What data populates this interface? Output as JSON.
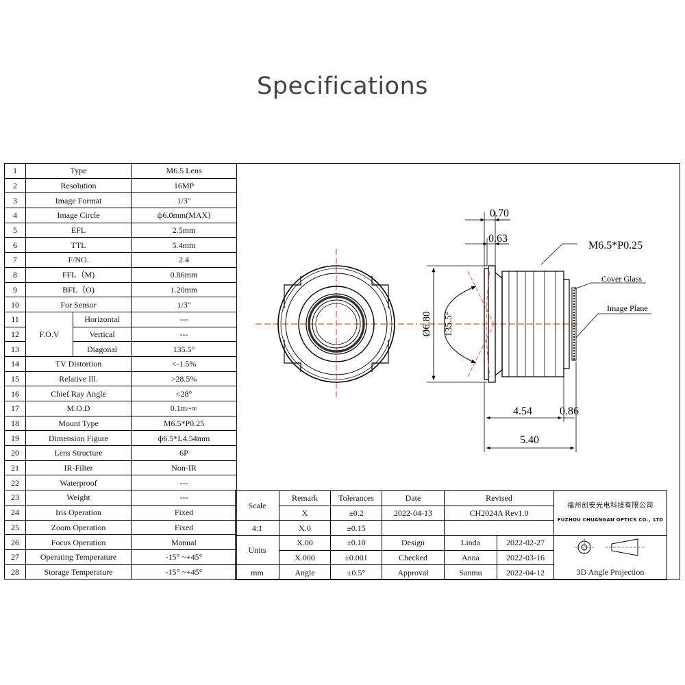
{
  "title": "Specifications",
  "specs": [
    {
      "no": "1",
      "param": "Type",
      "value": "M6.5 Lens"
    },
    {
      "no": "2",
      "param": "Resolution",
      "value": "16MP"
    },
    {
      "no": "3",
      "param": "Image Format",
      "value": "1/3\""
    },
    {
      "no": "4",
      "param": "Image Circle",
      "value": "ф6.0mm(MAX)"
    },
    {
      "no": "5",
      "param": "EFL",
      "value": "2.5mm"
    },
    {
      "no": "6",
      "param": "TTL",
      "value": "5.4mm"
    },
    {
      "no": "7",
      "param": "F/NO.",
      "value": "2.4"
    },
    {
      "no": "8",
      "param": "FFL（M)",
      "value": "0.86mm"
    },
    {
      "no": "9",
      "param": "BFL（O)",
      "value": "1.20mm"
    },
    {
      "no": "10",
      "param": "For Sensor",
      "value": "1/3\""
    },
    {
      "no": "11",
      "param": "Horizontal",
      "value": "---"
    },
    {
      "no": "12",
      "param": "Vertical",
      "value": "---"
    },
    {
      "no": "13",
      "param": "Diagonal",
      "value": "135.5°"
    },
    {
      "no": "14",
      "param": "TV Distortion",
      "value": "<-1.5%"
    },
    {
      "no": "15",
      "param": "Relative Ill.",
      "value": ">28.5%"
    },
    {
      "no": "16",
      "param": "Chief Ray Angle",
      "value": "<28°"
    },
    {
      "no": "17",
      "param": "M.O.D",
      "value": "0.1m~∞"
    },
    {
      "no": "18",
      "param": "Mount Type",
      "value": "M6.5*P0.25"
    },
    {
      "no": "19",
      "param": "Dimension Figure",
      "value": "ф6.5*L4.54mm"
    },
    {
      "no": "20",
      "param": "Lens Structure",
      "value": "6P"
    },
    {
      "no": "21",
      "param": "IR-Filter",
      "value": "Non-IR"
    },
    {
      "no": "22",
      "param": "Waterproof",
      "value": "---"
    },
    {
      "no": "23",
      "param": "Weight",
      "value": "---"
    },
    {
      "no": "24",
      "param": "Iris Operation",
      "value": "Fixed"
    },
    {
      "no": "25",
      "param": "Zoom Operation",
      "value": "Fixed"
    },
    {
      "no": "26",
      "param": "Focus Operation",
      "value": "Manual"
    },
    {
      "no": "27",
      "param": "Operating Temperature",
      "value": "-15° ~+45°"
    },
    {
      "no": "28",
      "param": "Storage Temperature",
      "value": "-15° ~+45°"
    }
  ],
  "fov_label": "F.O.V",
  "drawing": {
    "dim_070": "0.70",
    "dim_063": "0.63",
    "thread": "M6.5*P0.25",
    "cover_glass": "Cover Glass",
    "image_plane": "Image Plane",
    "dia": "Ø6.80",
    "angle": "135.5°",
    "dim_454": "4.54",
    "dim_086": "0.86",
    "dim_540": "5.40"
  },
  "title_block": {
    "scale_label": "Scale",
    "scale_value": "4:1",
    "units_label": "Units",
    "units_value": "mm",
    "remark_header": "Remark",
    "tolerances_header": "Tolerances",
    "date_header": "Date",
    "revised_header": "Revised",
    "rows": [
      {
        "remark": "X",
        "tol": "±0.2"
      },
      {
        "remark": "X.0",
        "tol": "±0.15"
      },
      {
        "remark": "X.00",
        "tol": "±0.10"
      },
      {
        "remark": "X.000",
        "tol": "±0.001"
      },
      {
        "remark": "Angle",
        "tol": "±0.5°"
      }
    ],
    "date_value": "2022-04-13",
    "revised_value": "CH2024A Rev1.0",
    "approvals": [
      {
        "role": "Design",
        "name": "Linda",
        "date": "2022-02-27"
      },
      {
        "role": "Checked",
        "name": "Anna",
        "date": "2022-03-16"
      },
      {
        "role": "Approval",
        "name": "Sanmu",
        "date": "2022-04-12"
      }
    ],
    "company_cn": "福州创安光电科技有限公司",
    "company_en": "FUZHOU CHUANGAN OPTICS CO.，LTD",
    "projection": "3D Angle Projection"
  }
}
